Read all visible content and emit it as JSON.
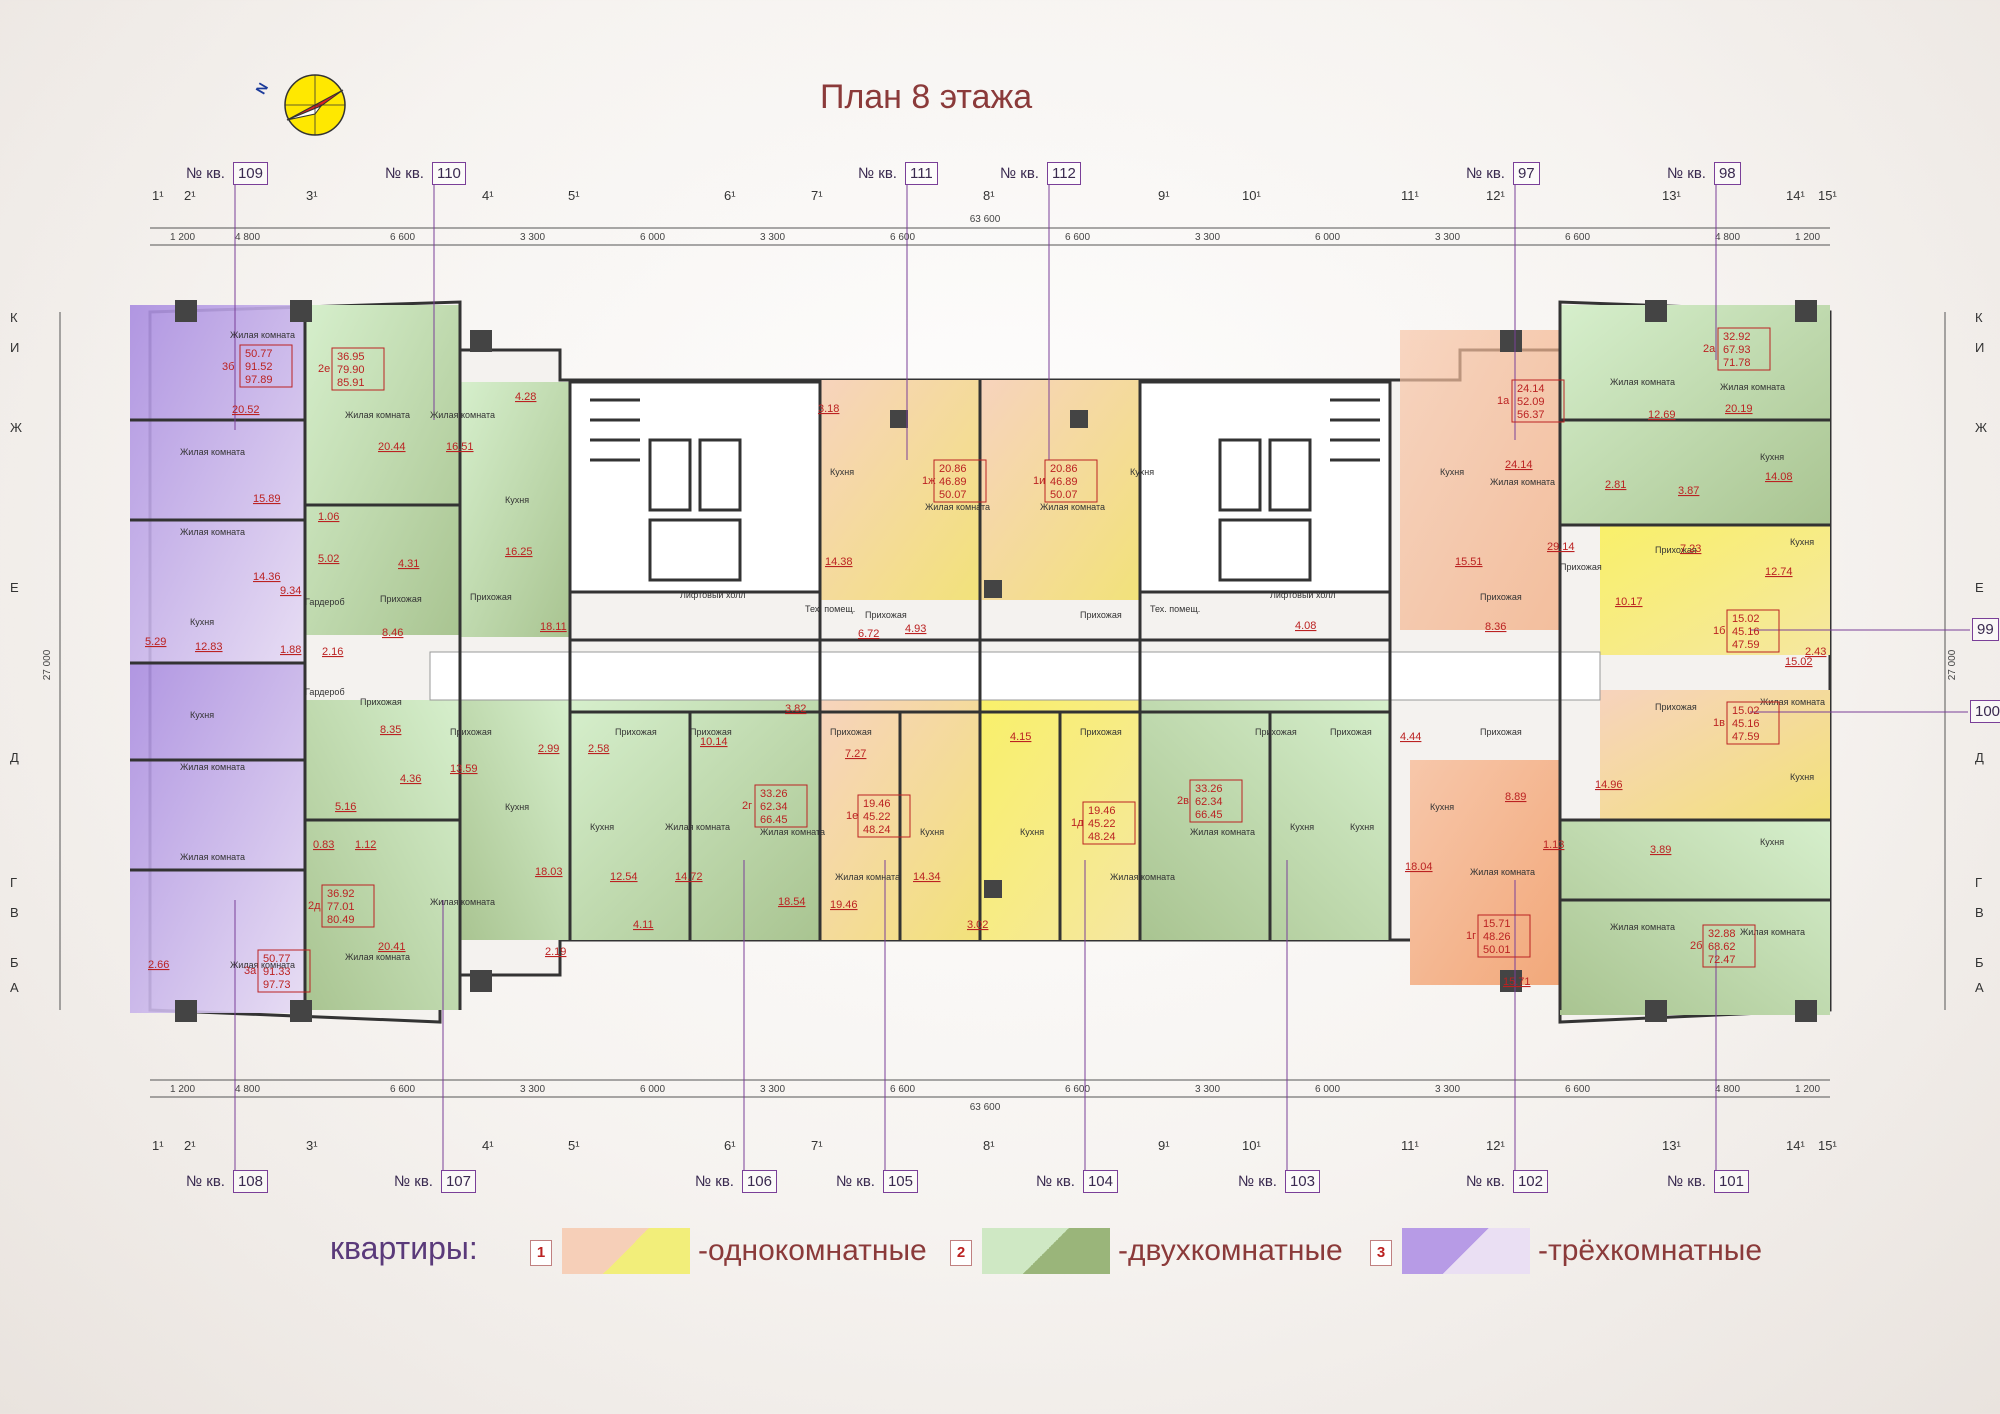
{
  "title": "План 8 этажа",
  "compass": {
    "north_mark": "N"
  },
  "apt_prefix": "№ кв.",
  "apartments_top": [
    "109",
    "110",
    "111",
    "112",
    "97",
    "98"
  ],
  "apartments_bottom": [
    "108",
    "107",
    "106",
    "105",
    "104",
    "103",
    "102",
    "101"
  ],
  "apartments_side": [
    "99",
    "100"
  ],
  "axes": {
    "columns": [
      "1¹",
      "2¹",
      "3¹",
      "4¹",
      "5¹",
      "6¹",
      "7¹",
      "8¹",
      "9¹",
      "10¹",
      "11¹",
      "12¹",
      "13¹",
      "14¹",
      "15¹"
    ],
    "rows_left": [
      "К",
      "И",
      "Ж",
      "Е",
      "Д",
      "Г",
      "В",
      "Б",
      "А"
    ],
    "rows_right": [
      "К",
      "И",
      "Ж",
      "Е",
      "Д",
      "Г",
      "В",
      "Б",
      "А"
    ]
  },
  "dimensions": {
    "overall_width": "63 600",
    "overall_depth": "27 000",
    "top_row": [
      "1 200",
      "4 800",
      "6 600",
      "3 300",
      "6 000",
      "3 300",
      "6 600",
      "6 600",
      "3 300",
      "6 000",
      "3 300",
      "6 600",
      "4 800",
      "1 200"
    ],
    "bottom_row": [
      "1 200",
      "4 800",
      "6 600",
      "3 300",
      "6 000",
      "3 300",
      "6 600",
      "6 600",
      "3 300",
      "6 000",
      "3 300",
      "6 600",
      "4 800",
      "1 200"
    ]
  },
  "room_types": {
    "living": "Жилая комната",
    "kitchen": "Кухня",
    "hall": "Прихожая",
    "wardrobe": "Гардероб",
    "lift_hall": "Лифтовый холл",
    "tech": "Тех. помещ."
  },
  "apartment_areas": [
    {
      "code": "3б",
      "areas": [
        "50.77",
        "91.52",
        "97.89"
      ]
    },
    {
      "code": "2е",
      "areas": [
        "36.95",
        "79.90",
        "85.91"
      ]
    },
    {
      "code": "1ж",
      "areas": [
        "20.86",
        "46.89",
        "50.07"
      ]
    },
    {
      "code": "1и",
      "areas": [
        "20.86",
        "46.89",
        "50.07"
      ]
    },
    {
      "code": "1а",
      "areas": [
        "24.14",
        "52.09",
        "56.37"
      ]
    },
    {
      "code": "2а",
      "areas": [
        "32.92",
        "67.93",
        "71.78"
      ]
    },
    {
      "code": "1б",
      "areas": [
        "15.02",
        "45.16",
        "47.59"
      ]
    },
    {
      "code": "1в",
      "areas": [
        "15.02",
        "45.16",
        "47.59"
      ]
    },
    {
      "code": "2г",
      "areas": [
        "33.26",
        "62.34",
        "66.45"
      ]
    },
    {
      "code": "1е",
      "areas": [
        "19.46",
        "45.22",
        "48.24"
      ]
    },
    {
      "code": "1д",
      "areas": [
        "19.46",
        "45.22",
        "48.24"
      ]
    },
    {
      "code": "2в",
      "areas": [
        "33.26",
        "62.34",
        "66.45"
      ]
    },
    {
      "code": "2д",
      "areas": [
        "36.92",
        "77.01",
        "80.49"
      ]
    },
    {
      "code": "3а",
      "areas": [
        "50.77",
        "91.33",
        "97.73"
      ]
    },
    {
      "code": "1г",
      "areas": [
        "15.71",
        "48.26",
        "50.01"
      ]
    },
    {
      "code": "2б",
      "areas": [
        "32.88",
        "68.62",
        "72.47"
      ]
    }
  ],
  "room_areas": [
    "20.52",
    "15.89",
    "14.36",
    "12.83",
    "5.29",
    "9.34",
    "5.02",
    "1.06",
    "4.31",
    "8.46",
    "1.88",
    "2.16",
    "20.44",
    "16.51",
    "16.25",
    "4.28",
    "18.11",
    "14.38",
    "3.18",
    "6.72",
    "4.93",
    "4.08",
    "15.51",
    "8.36",
    "24.14",
    "29.14",
    "12.69",
    "20.19",
    "2.81",
    "3.87",
    "14.08",
    "10.17",
    "7.23",
    "12.74",
    "2.43",
    "15.02",
    "4.15",
    "7.27",
    "3.82",
    "10.14",
    "2.58",
    "2.99",
    "13.59",
    "4.36",
    "5.16",
    "0.83",
    "1.12",
    "8.35",
    "12.54",
    "14.72",
    "18.54",
    "4.11",
    "19.46",
    "14.34",
    "3.02",
    "18.03",
    "2.19",
    "20.41",
    "2.66",
    "18.04",
    "8.89",
    "1.13",
    "4.44",
    "14.96",
    "3.89",
    "15.71"
  ],
  "legend": {
    "heading": "квартиры:",
    "items": [
      {
        "code": "1",
        "label": "-однокомнатные",
        "color_a": "#f6cfb8",
        "color_b": "#f2ee7a"
      },
      {
        "code": "2",
        "label": "-двухкомнатные",
        "color_a": "#cfe8c4",
        "color_b": "#9ab57a"
      },
      {
        "code": "3",
        "label": "-трёхкомнатные",
        "color_a": "#b79be6",
        "color_b": "#eadff3"
      }
    ]
  },
  "colors": {
    "one_room_a": "#f6cfb8",
    "one_room_b": "#f5ec6b",
    "two_room_a": "#cde9c4",
    "two_room_b": "#9fbb86",
    "three_room_a": "#a98ce0",
    "three_room_b": "#e3d6f3",
    "wall": "#333333",
    "dimension": "#555555",
    "apt_border": "#7a3f98",
    "accent_red": "#b22222"
  }
}
